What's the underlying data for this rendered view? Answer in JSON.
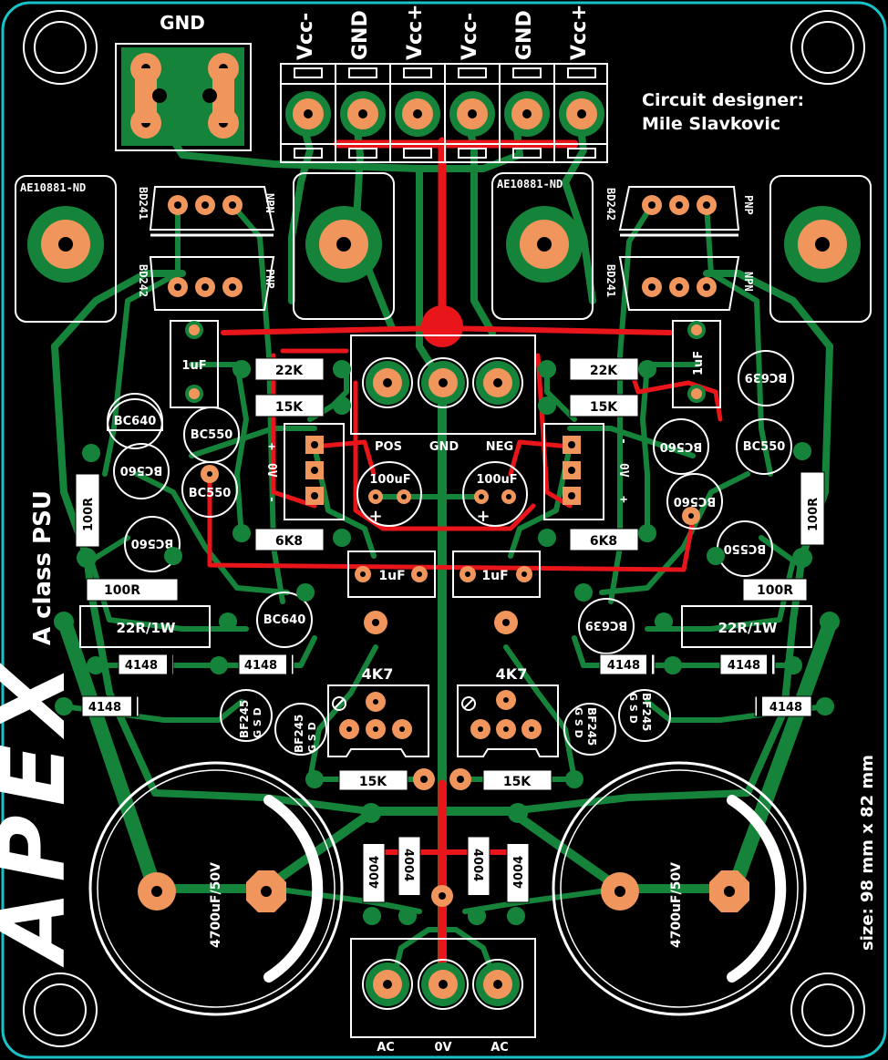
{
  "colors": {
    "board": "#000000",
    "outline": "#17c3c9",
    "copper_green": "#15843a",
    "copper_red": "#e8151b",
    "pad": "#f0955c",
    "silk": "#ffffff"
  },
  "header": {
    "gnd_label": "GND",
    "terminals": [
      "Vcc-",
      "GND",
      "Vcc+",
      "Vcc-",
      "GND",
      "Vcc+"
    ]
  },
  "designer": {
    "line1": "Circuit designer:",
    "line2": "Mile Slavkovic"
  },
  "heatsinks": {
    "left": "AE10881-ND",
    "right": "AE10881-ND"
  },
  "transistors": {
    "bd241_l": "BD241",
    "npn_l": "NPN",
    "bd242_l": "BD242",
    "pnp_l": "PNP",
    "bd242_r": "BD242",
    "pnp_r": "PNP",
    "bd241_r": "BD241",
    "npn_r": "NPN",
    "bc640_a": "BC640",
    "bc550_a": "BC550",
    "bc560_a": "BC560",
    "bc550_b": "BC550",
    "bc560_b": "BC560",
    "bc640_b": "BC640",
    "bc639_a": "BC639",
    "bc560_c": "BC560",
    "bc550_c": "BC550",
    "bc560_d": "BC560",
    "bc550_d": "BC550",
    "bc639_b": "BC639",
    "bf245": "BF245",
    "gsd": "G S D"
  },
  "resistors": {
    "r22k": "22K",
    "r15k": "15K",
    "r6k8": "6K8",
    "r100": "100R",
    "r22r": "22R/1W",
    "r15k_b": "15K",
    "pot": "4K7"
  },
  "caps": {
    "c1u": "1uF",
    "c100u": "100uF",
    "c4700": "4700uF/50V",
    "plus": "+"
  },
  "diodes": {
    "d4148": "4148",
    "d4004": "4004"
  },
  "center": {
    "pos": "POS",
    "gnd": "GND",
    "neg": "NEG",
    "zero_v": "0V",
    "plus": "+",
    "minus": "-"
  },
  "ac_terminal": {
    "left": "AC",
    "mid": "0V",
    "right": "AC"
  },
  "side": {
    "title": "A class PSU",
    "brand": "APEX",
    "size": "size: 98 mm x 82 mm"
  }
}
